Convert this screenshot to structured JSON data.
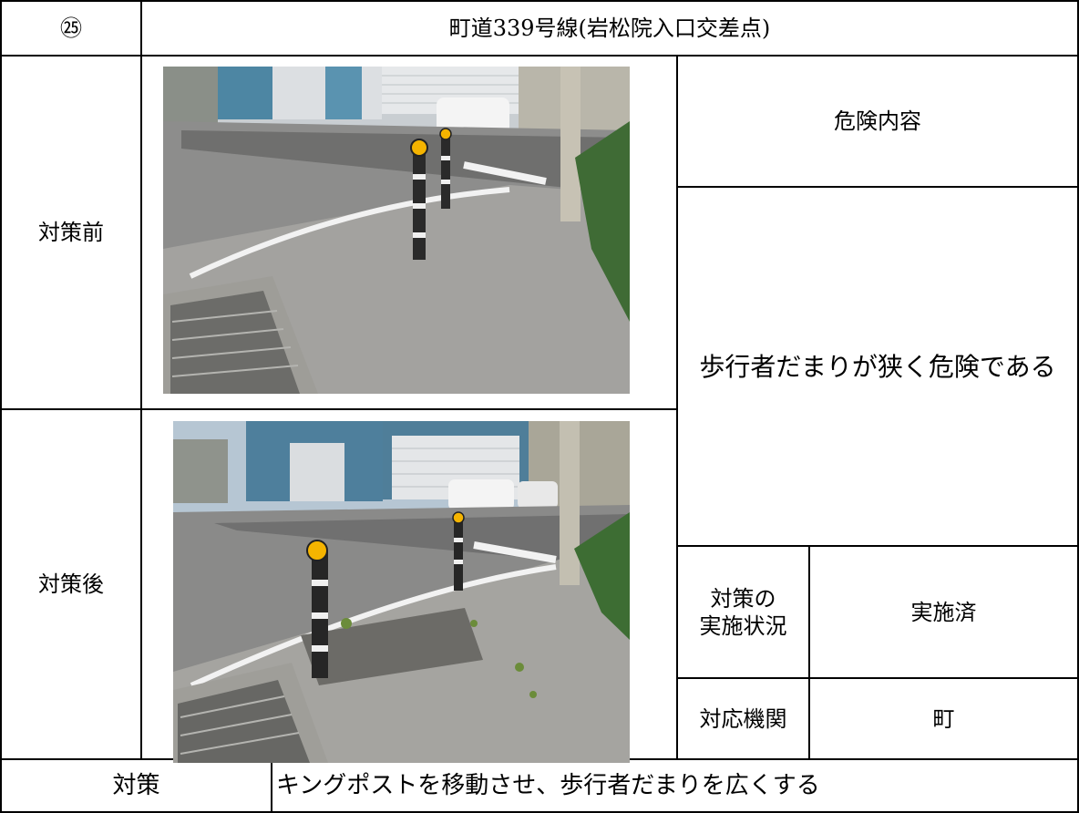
{
  "header": {
    "number": "㉕",
    "title": "町道339号線(岩松院入口交差点)"
  },
  "rows": {
    "before_label": "対策前",
    "after_label": "対策後"
  },
  "risk": {
    "heading": "危険内容",
    "content": "歩行者だまりが狭く危険である"
  },
  "status": {
    "label_line1": "対策の",
    "label_line2": "実施状況",
    "value": "実施済"
  },
  "agency": {
    "label": "対応機関",
    "value": "町"
  },
  "measure": {
    "label": "対策",
    "content": "キングポストを移動させ、歩行者だまりを広くする"
  },
  "photos": {
    "before": "photo-before-countermeasure",
    "after": "photo-after-countermeasure"
  }
}
